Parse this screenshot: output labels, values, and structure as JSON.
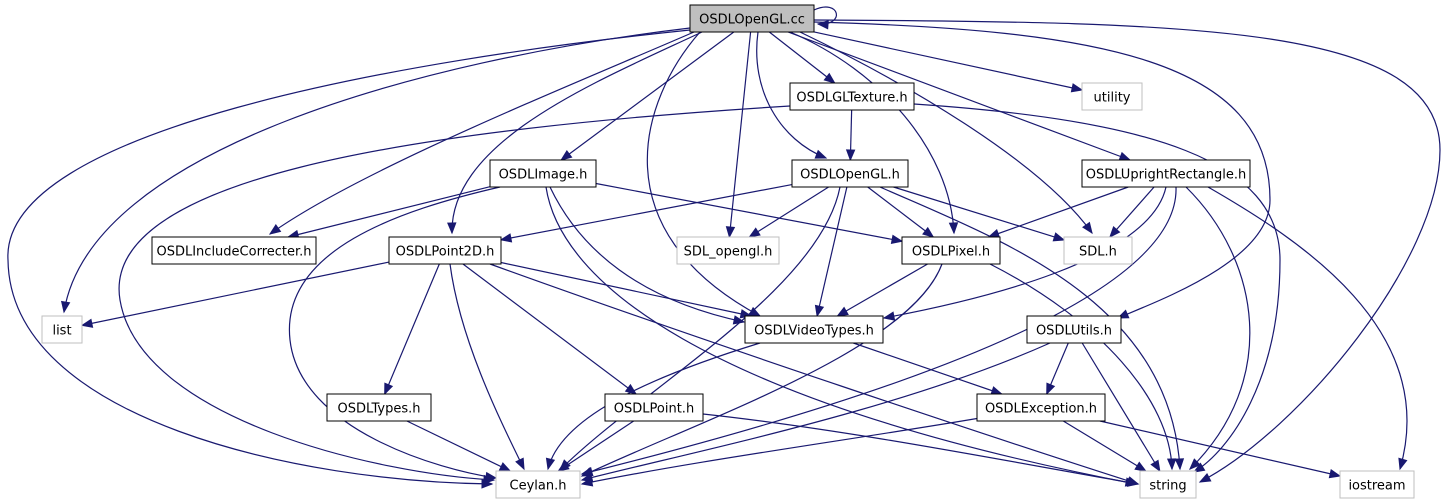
{
  "diagram": {
    "colors": {
      "edge": "#191970",
      "node_border": "#000000",
      "system_node_border": "#bfbfbf",
      "root_fill": "#bfbfbf",
      "node_fill": "#ffffff"
    },
    "nodes": [
      {
        "id": "root",
        "label": "OSDLOpenGL.cc",
        "kind": "root"
      },
      {
        "id": "gltex",
        "label": "OSDLGLTexture.h",
        "kind": "header"
      },
      {
        "id": "utility",
        "label": "utility",
        "kind": "system"
      },
      {
        "id": "image",
        "label": "OSDLImage.h",
        "kind": "header"
      },
      {
        "id": "opengl",
        "label": "OSDLOpenGL.h",
        "kind": "header"
      },
      {
        "id": "upright",
        "label": "OSDLUprightRectangle.h",
        "kind": "header"
      },
      {
        "id": "incl",
        "label": "OSDLIncludeCorrecter.h",
        "kind": "header"
      },
      {
        "id": "sdlgl",
        "label": "SDL_opengl.h",
        "kind": "system"
      },
      {
        "id": "point2d",
        "label": "OSDLPoint2D.h",
        "kind": "header"
      },
      {
        "id": "pixel",
        "label": "OSDLPixel.h",
        "kind": "header"
      },
      {
        "id": "sdl",
        "label": "SDL.h",
        "kind": "system"
      },
      {
        "id": "list",
        "label": "list",
        "kind": "system"
      },
      {
        "id": "vtypes",
        "label": "OSDLVideoTypes.h",
        "kind": "header"
      },
      {
        "id": "utils",
        "label": "OSDLUtils.h",
        "kind": "header"
      },
      {
        "id": "types",
        "label": "OSDLTypes.h",
        "kind": "header"
      },
      {
        "id": "point",
        "label": "OSDLPoint.h",
        "kind": "header"
      },
      {
        "id": "exc",
        "label": "OSDLException.h",
        "kind": "header"
      },
      {
        "id": "ceylan",
        "label": "Ceylan.h",
        "kind": "system"
      },
      {
        "id": "string",
        "label": "string",
        "kind": "system"
      },
      {
        "id": "iostream",
        "label": "iostream",
        "kind": "system"
      }
    ],
    "edges": [
      {
        "from": "root",
        "to": "root"
      },
      {
        "from": "root",
        "to": "gltex"
      },
      {
        "from": "root",
        "to": "utility"
      },
      {
        "from": "root",
        "to": "image"
      },
      {
        "from": "root",
        "to": "opengl"
      },
      {
        "from": "root",
        "to": "upright"
      },
      {
        "from": "root",
        "to": "incl"
      },
      {
        "from": "root",
        "to": "sdlgl"
      },
      {
        "from": "root",
        "to": "point2d"
      },
      {
        "from": "root",
        "to": "pixel"
      },
      {
        "from": "root",
        "to": "sdl"
      },
      {
        "from": "root",
        "to": "list"
      },
      {
        "from": "root",
        "to": "vtypes"
      },
      {
        "from": "root",
        "to": "utils"
      },
      {
        "from": "root",
        "to": "ceylan"
      },
      {
        "from": "root",
        "to": "string"
      },
      {
        "from": "gltex",
        "to": "opengl"
      },
      {
        "from": "gltex",
        "to": "ceylan"
      },
      {
        "from": "gltex",
        "to": "string"
      },
      {
        "from": "image",
        "to": "incl"
      },
      {
        "from": "image",
        "to": "pixel"
      },
      {
        "from": "image",
        "to": "vtypes"
      },
      {
        "from": "image",
        "to": "ceylan"
      },
      {
        "from": "image",
        "to": "string"
      },
      {
        "from": "opengl",
        "to": "sdlgl"
      },
      {
        "from": "opengl",
        "to": "point2d"
      },
      {
        "from": "opengl",
        "to": "pixel"
      },
      {
        "from": "opengl",
        "to": "sdl"
      },
      {
        "from": "opengl",
        "to": "vtypes"
      },
      {
        "from": "opengl",
        "to": "ceylan"
      },
      {
        "from": "opengl",
        "to": "string"
      },
      {
        "from": "upright",
        "to": "pixel"
      },
      {
        "from": "upright",
        "to": "sdl"
      },
      {
        "from": "upright",
        "to": "vtypes"
      },
      {
        "from": "upright",
        "to": "ceylan"
      },
      {
        "from": "upright",
        "to": "string"
      },
      {
        "from": "upright",
        "to": "iostream"
      },
      {
        "from": "point2d",
        "to": "list"
      },
      {
        "from": "point2d",
        "to": "vtypes"
      },
      {
        "from": "point2d",
        "to": "types"
      },
      {
        "from": "point2d",
        "to": "point"
      },
      {
        "from": "point2d",
        "to": "ceylan"
      },
      {
        "from": "point2d",
        "to": "string"
      },
      {
        "from": "pixel",
        "to": "vtypes"
      },
      {
        "from": "pixel",
        "to": "ceylan"
      },
      {
        "from": "pixel",
        "to": "string"
      },
      {
        "from": "vtypes",
        "to": "exc"
      },
      {
        "from": "vtypes",
        "to": "ceylan"
      },
      {
        "from": "utils",
        "to": "exc"
      },
      {
        "from": "utils",
        "to": "ceylan"
      },
      {
        "from": "utils",
        "to": "string"
      },
      {
        "from": "types",
        "to": "ceylan"
      },
      {
        "from": "point",
        "to": "ceylan"
      },
      {
        "from": "point",
        "to": "string"
      },
      {
        "from": "exc",
        "to": "ceylan"
      },
      {
        "from": "exc",
        "to": "string"
      },
      {
        "from": "exc",
        "to": "iostream"
      }
    ]
  }
}
